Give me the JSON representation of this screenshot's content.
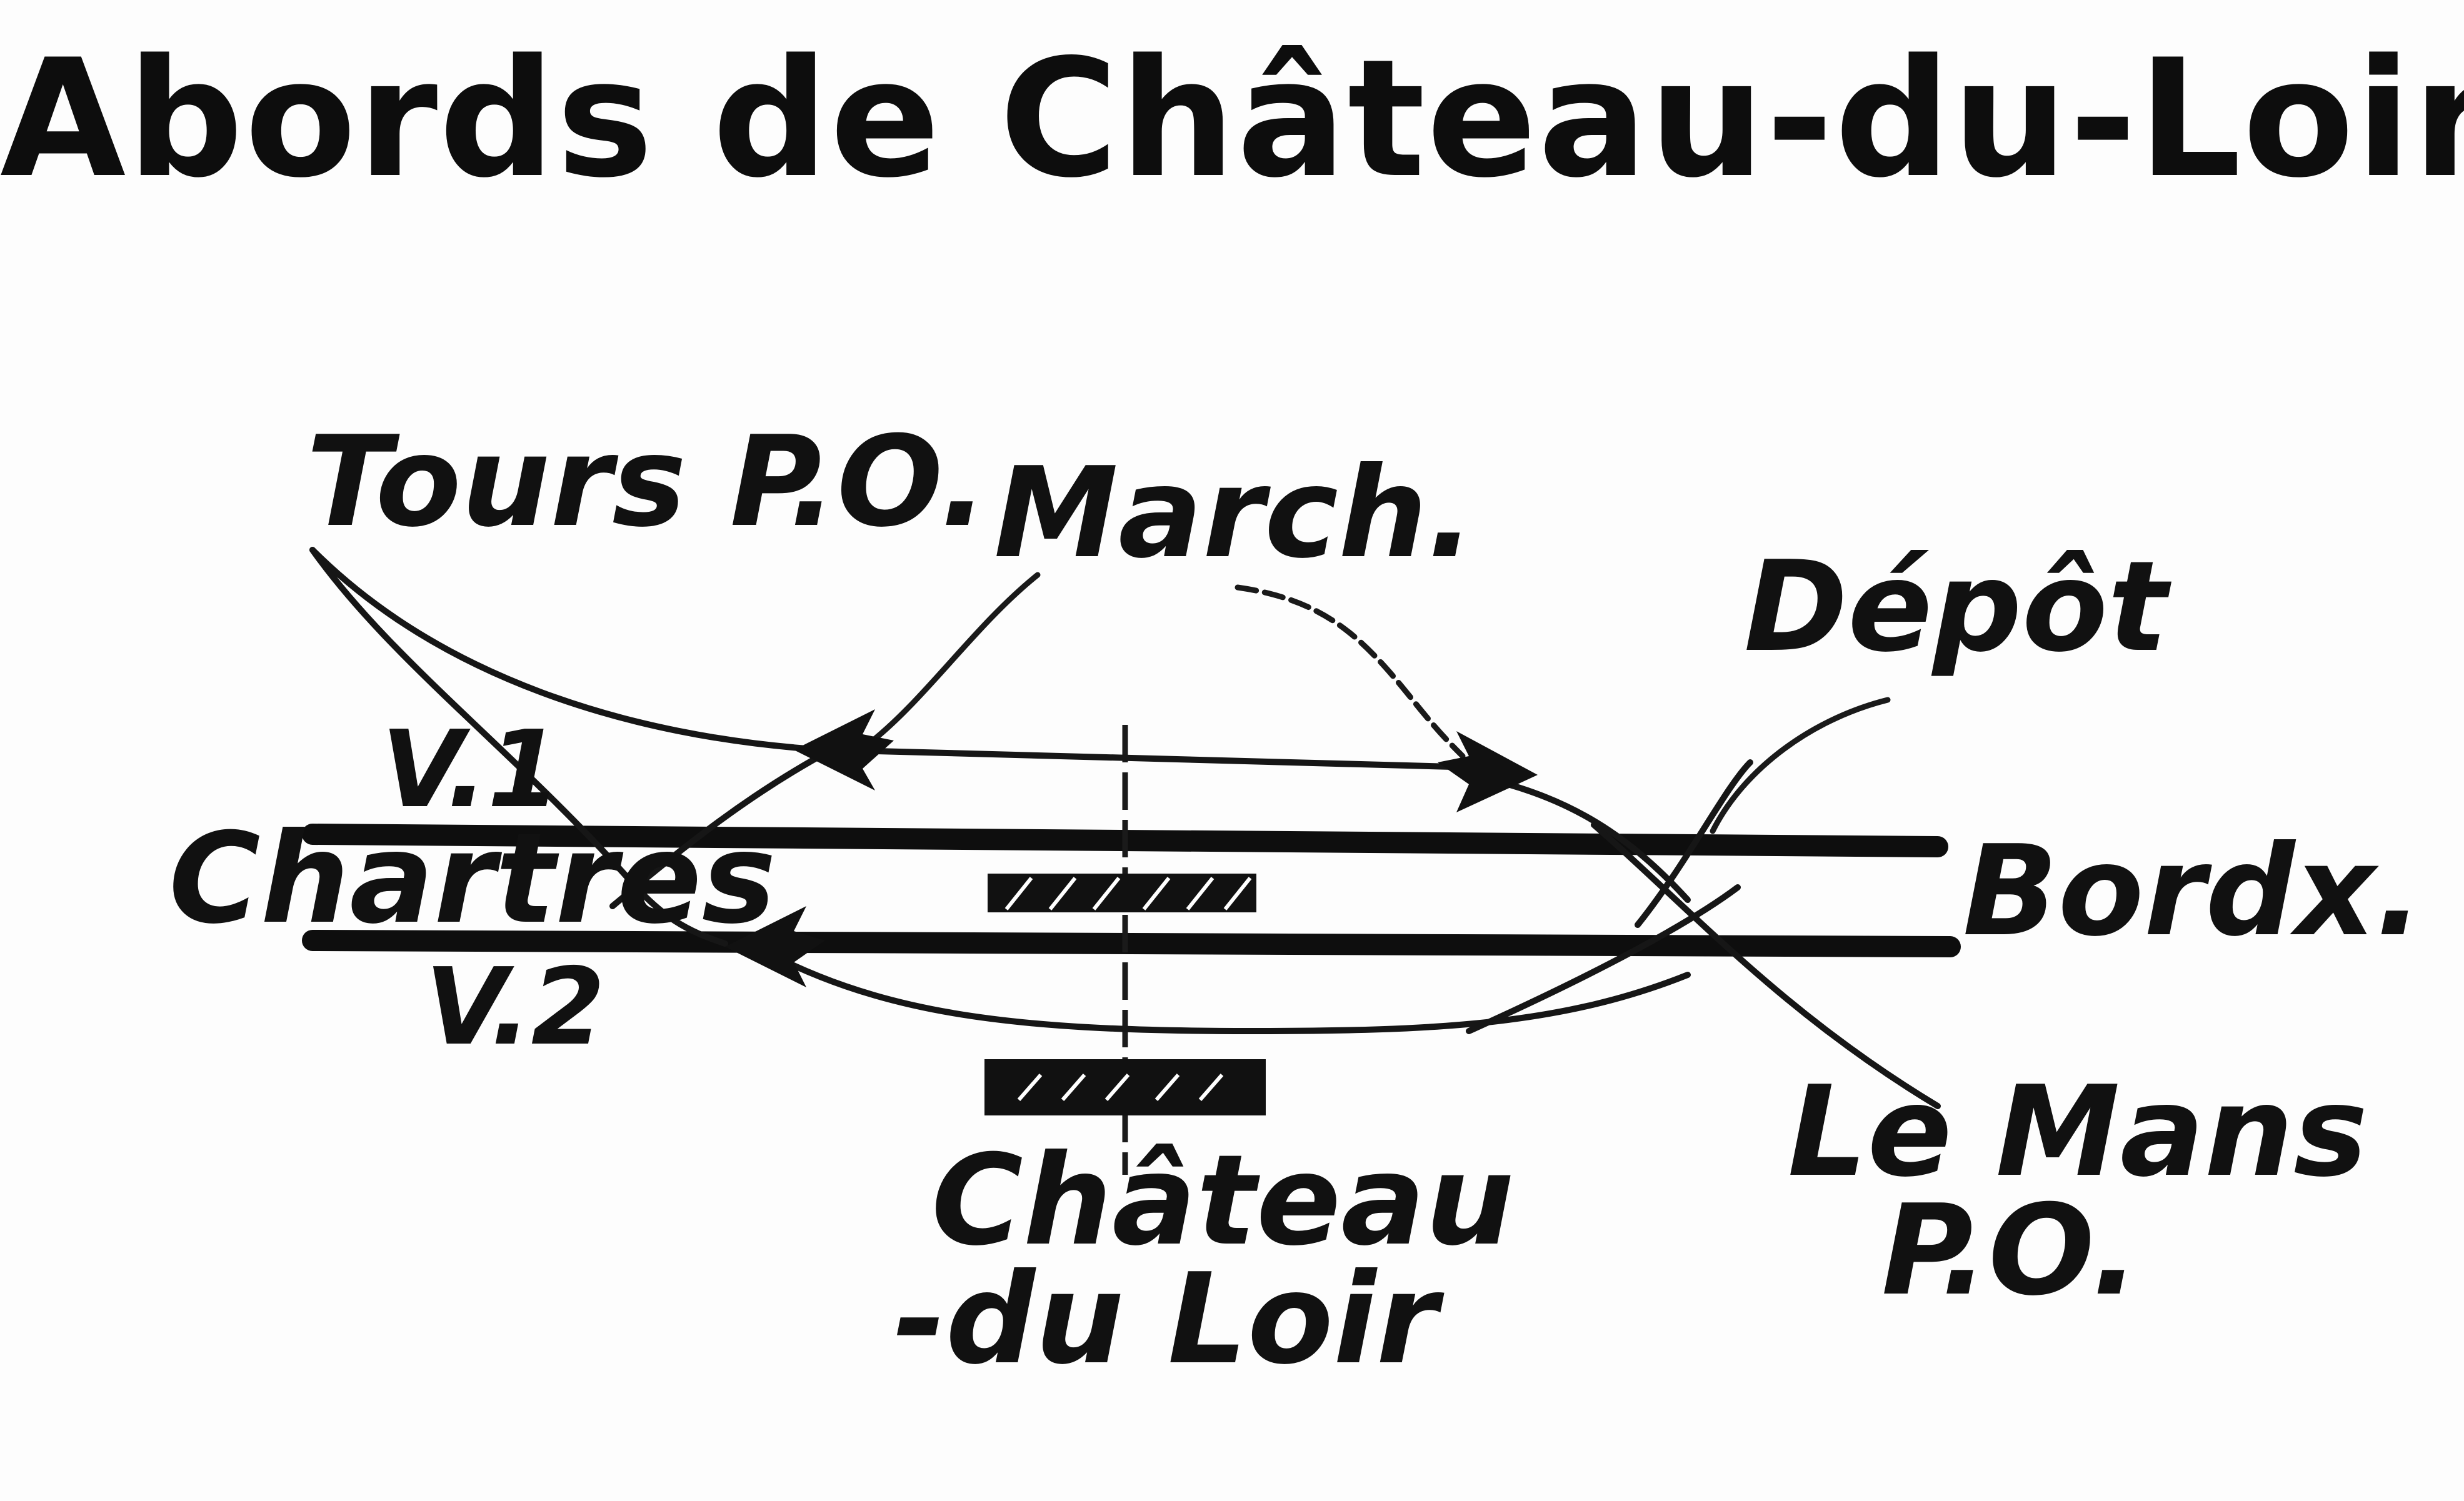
{
  "title": "Abords de Château-du-Loir",
  "labels": {
    "tours": "Tours P.O.",
    "march": "March.",
    "depot": "Dépôt",
    "v1": "V.1",
    "chartres": "Chartres",
    "v2": "V.2",
    "bordx": "Bordx.",
    "le_mans_line1": "Le Mans",
    "le_mans_line2": "P.O.",
    "station_line1": "Château",
    "station_line2": "-du Loir"
  },
  "icons": {
    "arrow": "arrow-icon",
    "platform": "platform-icon"
  },
  "colors": {
    "ink": "#111111",
    "paper": "#fdfdfd"
  }
}
